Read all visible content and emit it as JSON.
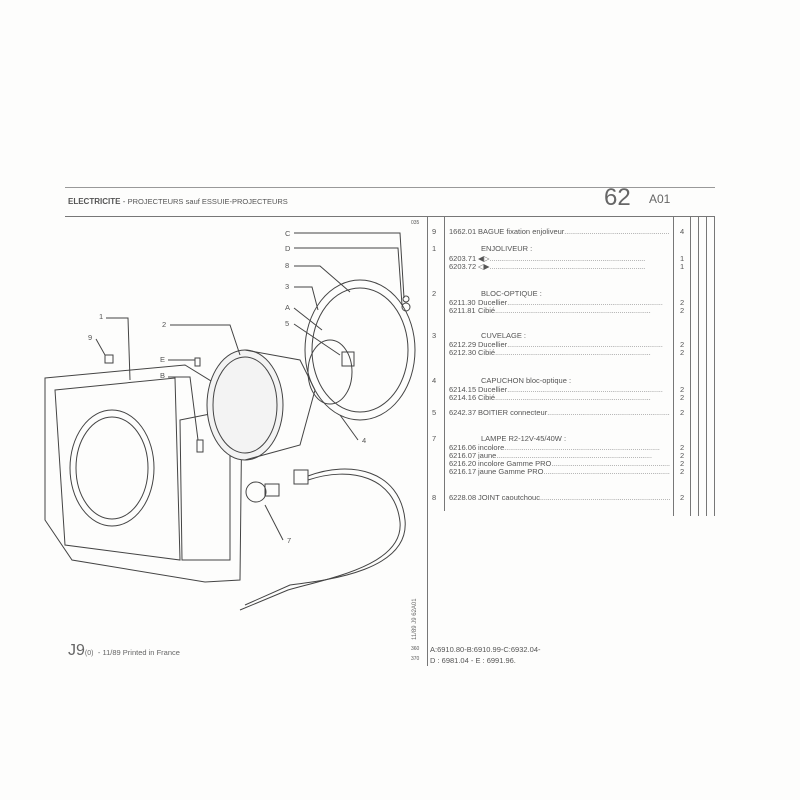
{
  "header": {
    "section": "ELECTRICITE",
    "separator": "-",
    "subtitle": "PROJECTEURS",
    "subtitle_extra": "sauf ESSUIE-PROJECTEURS",
    "group_number": "62",
    "plate": "A01"
  },
  "margin_codes": {
    "top": "035",
    "bottom1": "360",
    "bottom2": "370",
    "vertical": "11/89  J9  62A01"
  },
  "diagram_labels": [
    "C",
    "D",
    "8",
    "3",
    "A",
    "5",
    "2",
    "1",
    "9",
    "E",
    "B",
    "4",
    "7"
  ],
  "parts": [
    {
      "ref": "9",
      "rows": [
        {
          "code": "1662.01",
          "desc": "BAGUE fixation enjoliveur",
          "qty": "4"
        }
      ]
    },
    {
      "ref": "1",
      "heading": "ENJOLIVEUR :",
      "rows": [
        {
          "code": "6203.71",
          "desc": "◀▷",
          "qty": "1"
        },
        {
          "code": "6203.72",
          "desc": "◁▶",
          "qty": "1"
        }
      ]
    },
    {
      "ref": "2",
      "heading": "BLOC-OPTIQUE :",
      "rows": [
        {
          "code": "6211.30",
          "desc": "Ducellier",
          "qty": "2"
        },
        {
          "code": "6211.81",
          "desc": "Cibié",
          "qty": "2"
        }
      ]
    },
    {
      "ref": "3",
      "heading": "CUVELAGE :",
      "rows": [
        {
          "code": "6212.29",
          "desc": "Ducellier",
          "qty": "2"
        },
        {
          "code": "6212.30",
          "desc": "Cibié",
          "qty": "2"
        }
      ]
    },
    {
      "ref": "4",
      "heading": "CAPUCHON bloc-optique :",
      "rows": [
        {
          "code": "6214.15",
          "desc": "Ducellier",
          "qty": "2"
        },
        {
          "code": "6214.16",
          "desc": "Cibié",
          "qty": "2"
        }
      ]
    },
    {
      "ref": "5",
      "rows": [
        {
          "code": "6242.37",
          "desc": "BOITIER connecteur",
          "qty": "2"
        }
      ]
    },
    {
      "ref": "7",
      "heading": "LAMPE R2-12V-45/40W :",
      "rows": [
        {
          "code": "6216.06",
          "desc": "incolore",
          "qty": "2"
        },
        {
          "code": "6216.07",
          "desc": "jaune",
          "qty": "2"
        },
        {
          "code": "6216.20",
          "desc": "incolore Gamme PRO",
          "qty": "2"
        },
        {
          "code": "6216.17",
          "desc": "jaune Gamme PRO",
          "qty": "2"
        }
      ]
    },
    {
      "ref": "8",
      "rows": [
        {
          "code": "6228.08",
          "desc": "JOINT caoutchouc",
          "qty": "2"
        }
      ]
    }
  ],
  "footer": {
    "code": "J9",
    "variant": "(0)",
    "printed": "- 11/89 Printed in France",
    "hardware_line1": "A:6910.80-B:6910.99-C:6932.04-",
    "hardware_line2": "D : 6981.04 - E : 6991.96."
  }
}
